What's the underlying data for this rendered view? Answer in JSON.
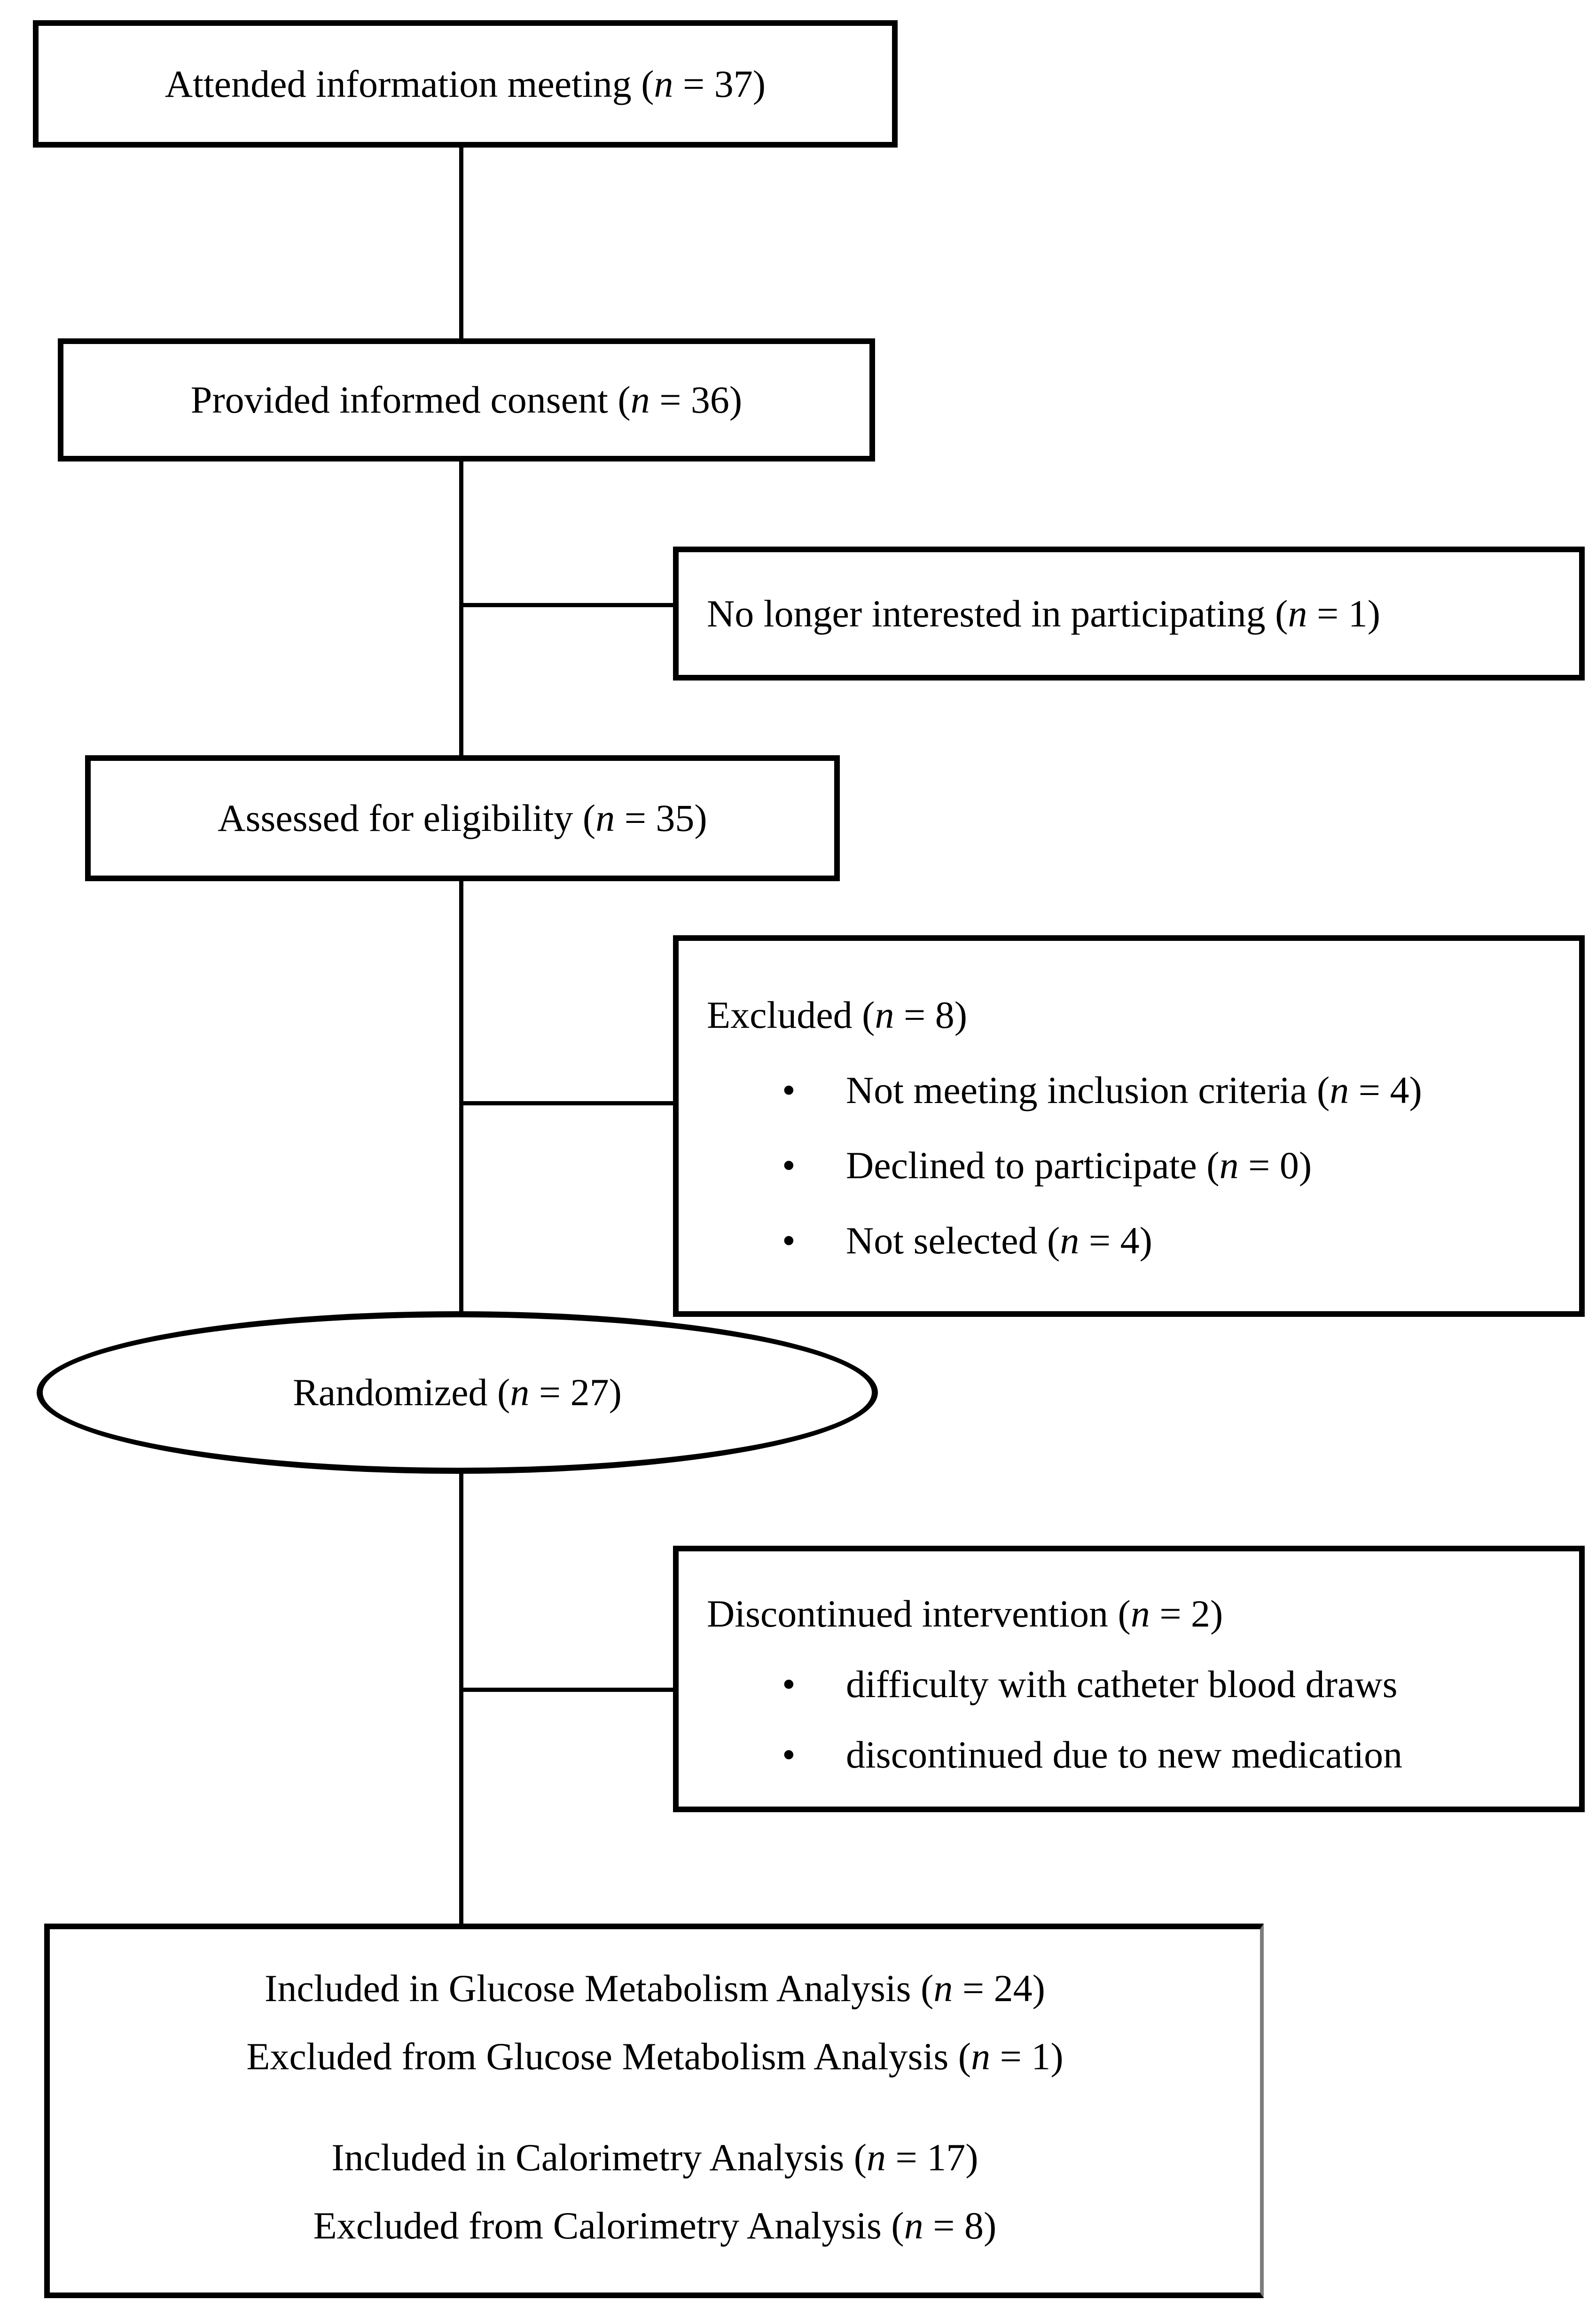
{
  "glyphs": {
    "bullet": "•"
  },
  "colors": {
    "line": "#000000",
    "background": "#ffffff",
    "muted_border": "#7d7d7d"
  },
  "nodes": {
    "attended": {
      "pre": "Attended information meeting (",
      "n": "n",
      "post": " = 37)"
    },
    "consent": {
      "pre": "Provided informed consent (",
      "n": "n",
      "post": " = 36)"
    },
    "not_interested": {
      "pre": "No longer interested in participating (",
      "n": "n",
      "post": " = 1)"
    },
    "assessed": {
      "pre": "Assessed for eligibility (",
      "n": "n",
      "post": " = 35)"
    },
    "excluded": {
      "title": {
        "pre": "Excluded (",
        "n": "n",
        "post": " = 8)"
      },
      "bullets": [
        {
          "pre": "Not meeting inclusion criteria (",
          "n": "n",
          "post": " = 4)"
        },
        {
          "pre": "Declined to participate (",
          "n": "n",
          "post": " = 0)"
        },
        {
          "pre": "Not selected (",
          "n": "n",
          "post": " = 4)"
        }
      ]
    },
    "randomized": {
      "pre": "Randomized (",
      "n": "n",
      "post": " = 27)"
    },
    "discontinued": {
      "title": {
        "pre": "Discontinued intervention (",
        "n": "n",
        "post": " = 2)"
      },
      "bullets": [
        {
          "pre": "difficulty with catheter blood draws",
          "n": "",
          "post": ""
        },
        {
          "pre": "discontinued due to new medication",
          "n": "",
          "post": ""
        }
      ]
    },
    "analysis": {
      "lines": [
        {
          "pre": "Included in Glucose Metabolism Analysis (",
          "n": "n",
          "post": " = 24)"
        },
        {
          "pre": "Excluded from Glucose Metabolism Analysis (",
          "n": "n",
          "post": " = 1)"
        },
        {
          "pre": "Included in Calorimetry Analysis (",
          "n": "n",
          "post": " = 17)"
        },
        {
          "pre": "Excluded from Calorimetry Analysis (",
          "n": "n",
          "post": " = 8)"
        }
      ]
    }
  }
}
